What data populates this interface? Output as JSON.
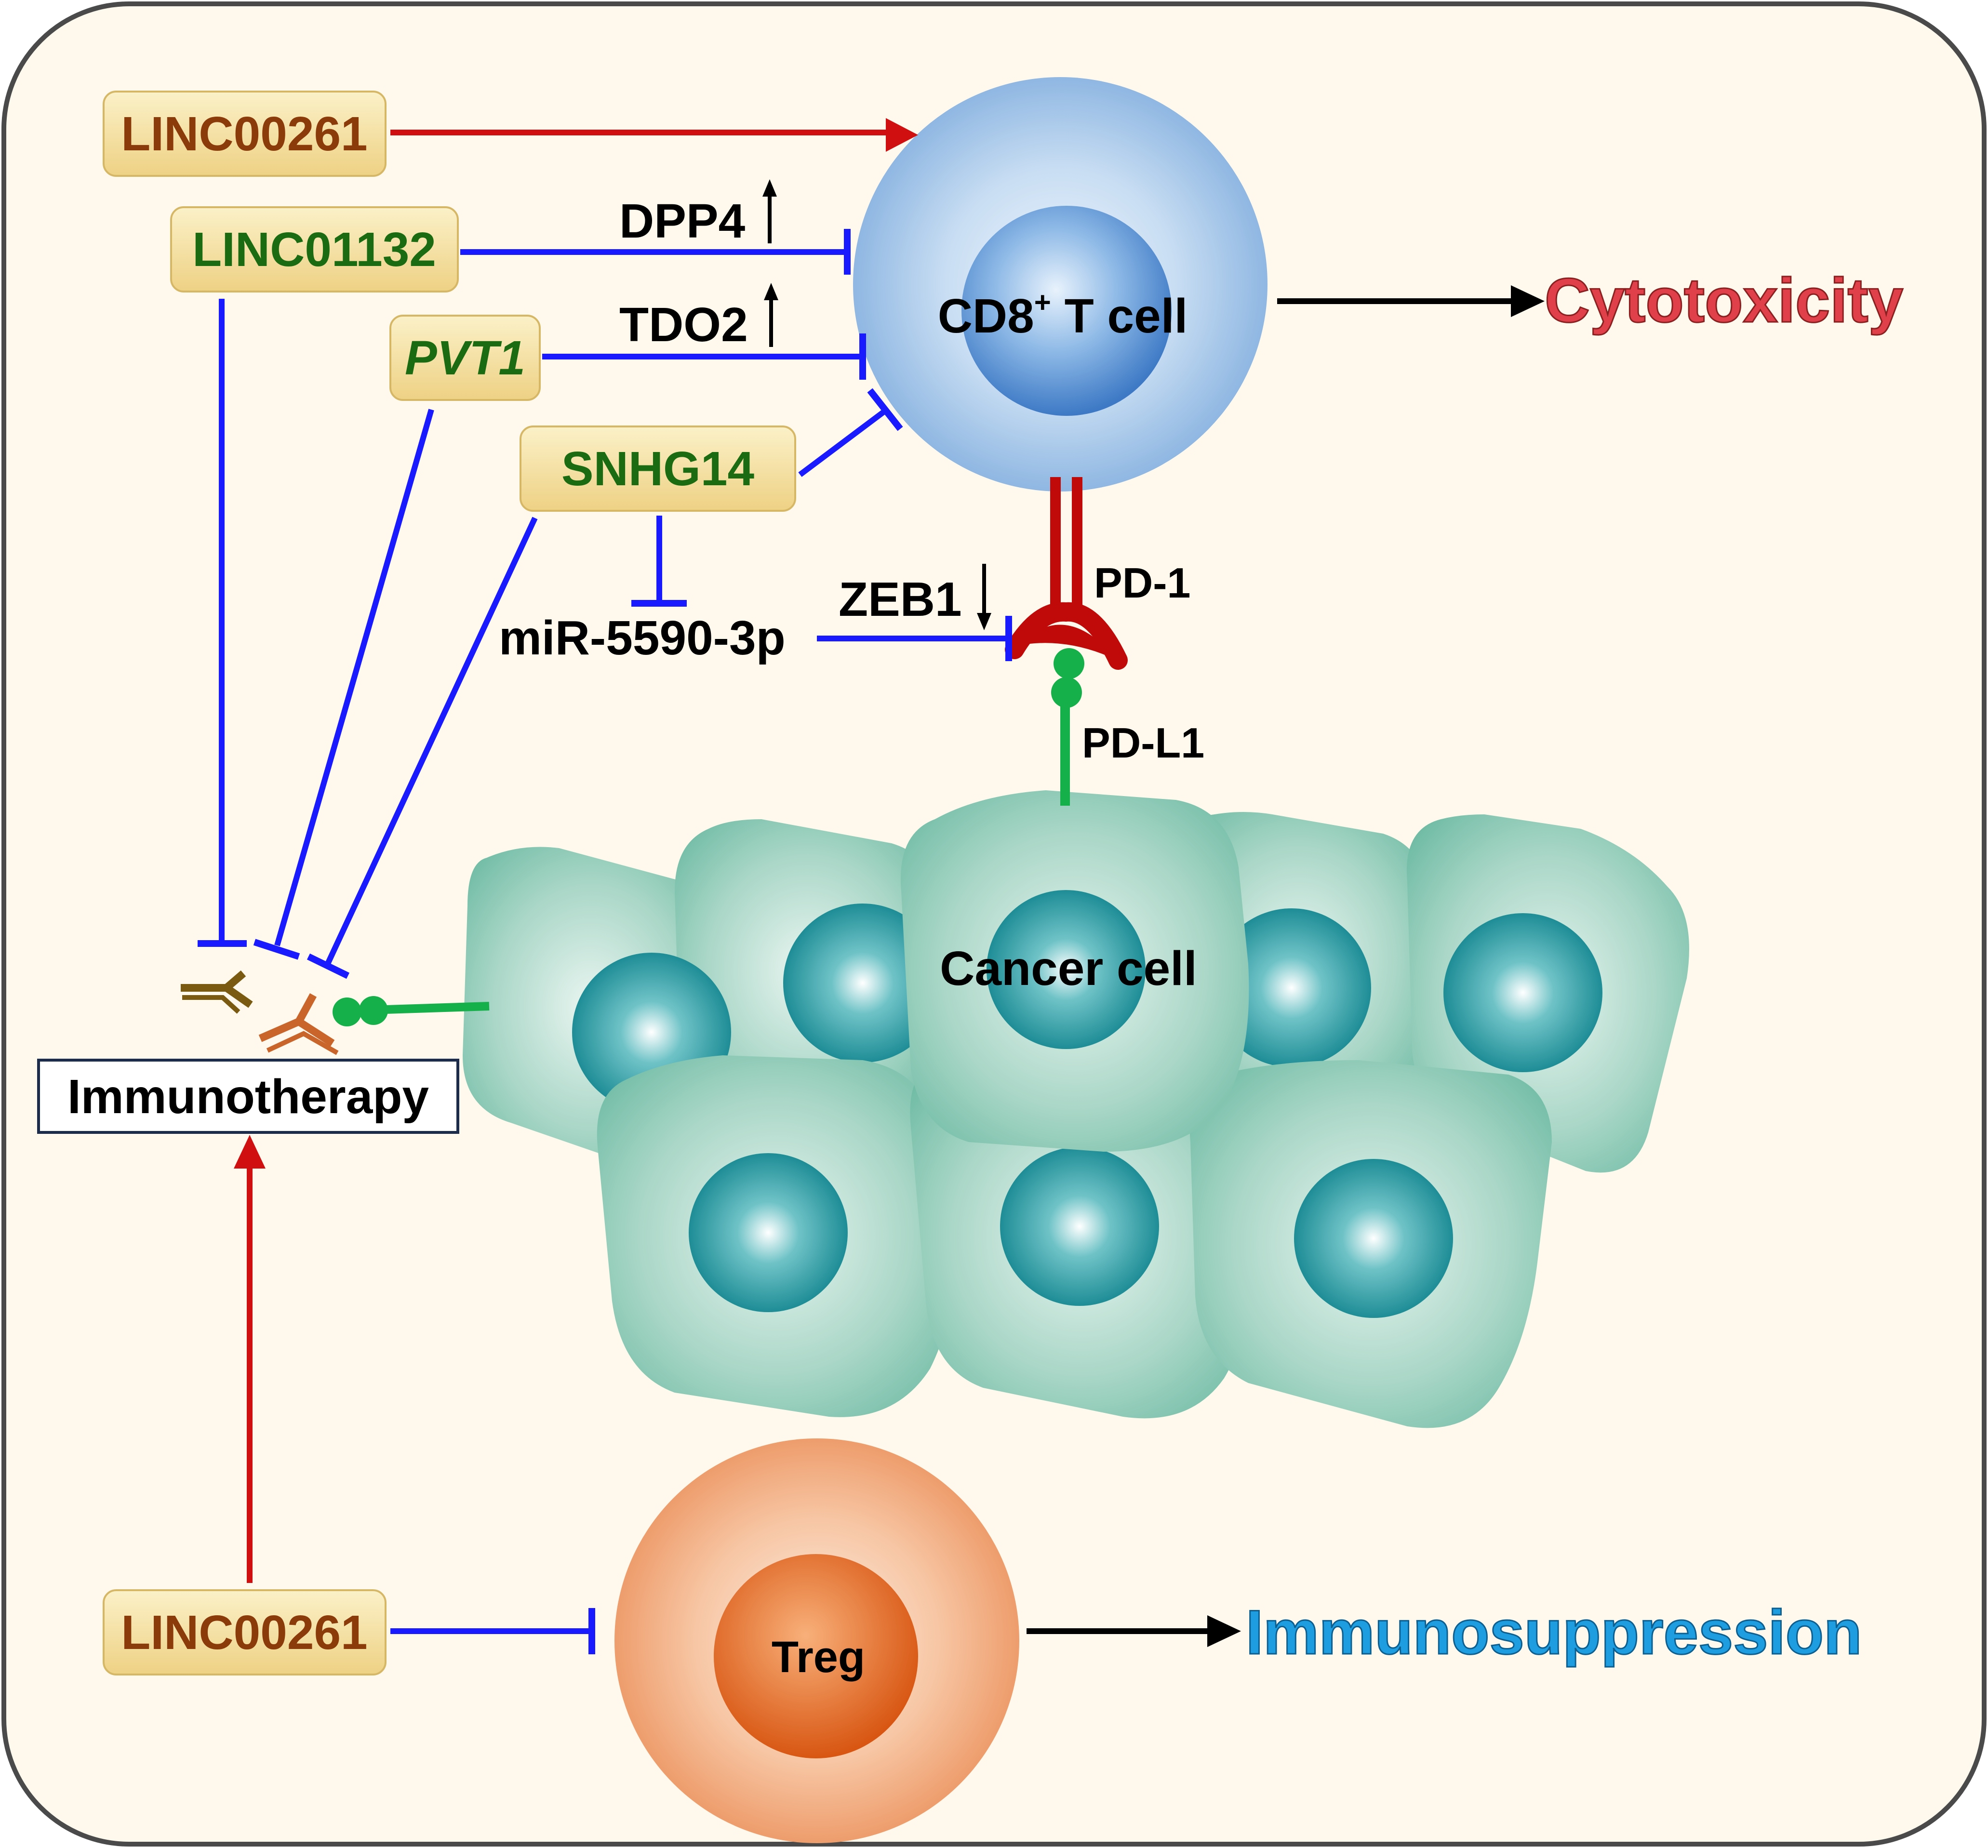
{
  "colors": {
    "panel_bg": "#fef9ec",
    "panel_border": "#4a4a4a",
    "inhibit": "#1a1aff",
    "activate": "#d01010",
    "neutral": "#000000",
    "brown_text": "#8b3a0a",
    "green_text": "#1a6b12",
    "box_fill": "#f3dc9a",
    "cytotoxicity": "#e0404a",
    "immunosuppression": "#1e9ee0",
    "pd1": "#c00a0a",
    "pdl1": "#16b04a"
  },
  "nodes": {
    "linc00261_top": "LINC00261",
    "linc01132": "LINC01132",
    "pvt1": "PVT1",
    "snhg14": "SNHG14",
    "linc00261_bottom": "LINC00261",
    "dpp4": "DPP4",
    "tdo2": "TDO2",
    "zeb1": "ZEB1",
    "mir": "miR-5590-3p",
    "pd1": "PD-1",
    "pdl1": "PD-L1",
    "cd8_main": "CD8",
    "cd8_sup": "+",
    "cd8_rest": " T cell",
    "cancer_cell": "Cancer cell",
    "treg": "Treg",
    "immunotherapy": "Immunotherapy",
    "cytotoxicity": "Cytotoxicity",
    "immunosuppression": "Immunosuppression"
  }
}
